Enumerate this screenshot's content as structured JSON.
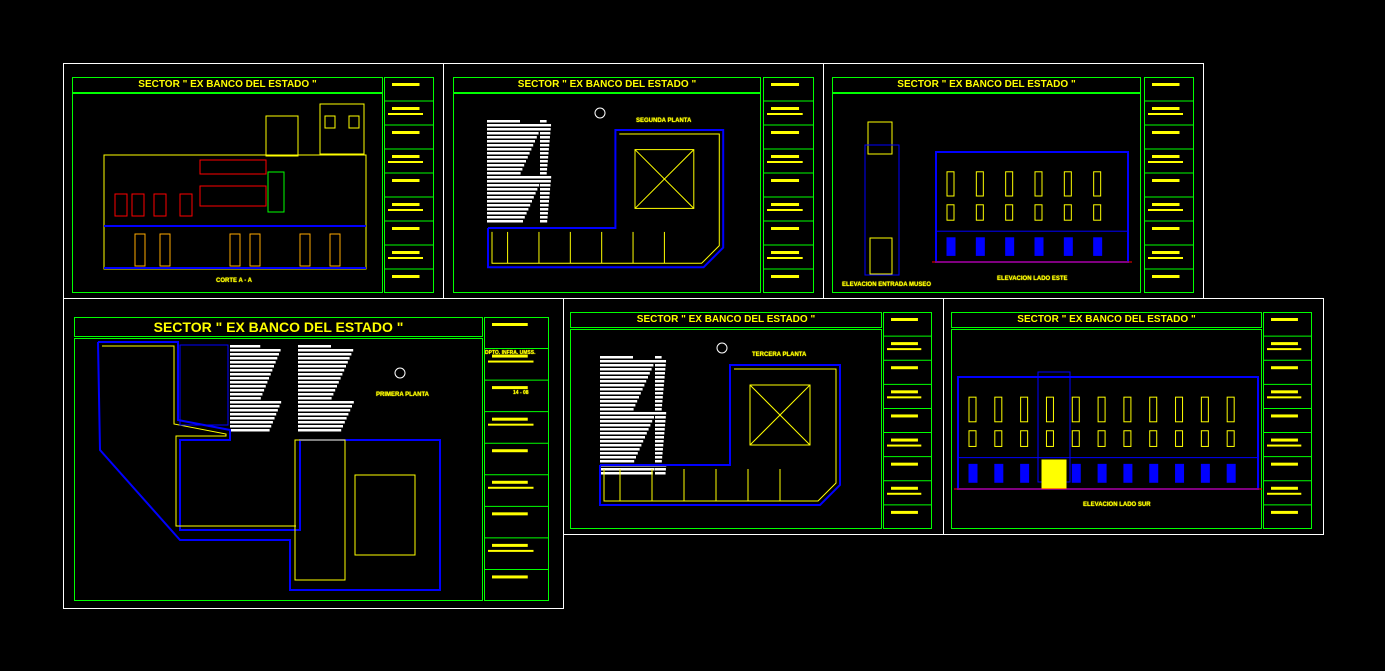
{
  "sheets": [
    {
      "title": "SECTOR  \" EX BANCO DEL ESTADO \"",
      "drawing_label": "CORTE A - A"
    },
    {
      "title": "SECTOR  \" EX BANCO DEL ESTADO \"",
      "drawing_label": "SEGUNDA PLANTA"
    },
    {
      "title": "SECTOR  \" EX BANCO DEL ESTADO \"",
      "drawing_label": "ELEVACION ENTRADA MUSEO",
      "drawing_label_2": "ELEVACION LADO ESTE"
    },
    {
      "title": "SECTOR  \" EX BANCO DEL ESTADO \"",
      "drawing_label": "PRIMERA PLANTA",
      "dept": "DPTO. INFRA. UMSS.",
      "sheet_no": "14 - 08"
    },
    {
      "title": "SECTOR  \" EX BANCO DEL ESTADO \"",
      "drawing_label": "TERCERA PLANTA"
    },
    {
      "title": "SECTOR  \" EX BANCO DEL ESTADO \"",
      "drawing_label": "ELEVACION LADO SUR"
    }
  ],
  "colors": {
    "background": "#000000",
    "frame": "#00ff00",
    "text": "#ffff00",
    "wall": "#0000ff",
    "sheet_border": "#ffffff"
  }
}
